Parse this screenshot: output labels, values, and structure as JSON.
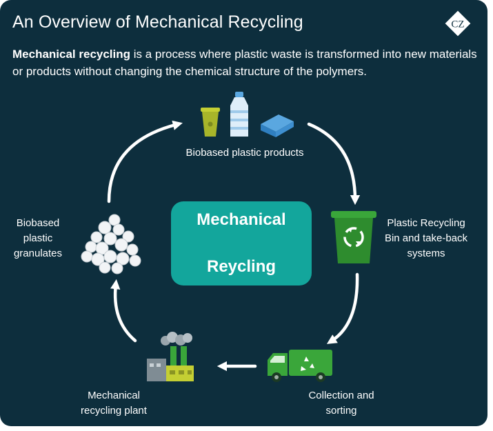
{
  "header": {
    "title": "An Overview of Mechanical Recycling",
    "logo_text": "CZ",
    "intro_bold": "Mechanical recycling",
    "intro_rest": " is a process where plastic waste is transformed into new materials or products without changing the chemical structure of the polymers."
  },
  "center": {
    "line1": "Mechanical",
    "line2": "Reycling"
  },
  "stages": {
    "products": "Biobased plastic products",
    "bin": "Plastic Recycling Bin and take-back systems",
    "collection": "Collection and sorting",
    "plant": "Mechanical recycling plant",
    "granules": "Biobased plastic granulates"
  },
  "colors": {
    "background": "#0d2e3d",
    "accent": "#13a69c",
    "green": "#3aa63a",
    "text": "#ffffff"
  },
  "icons": [
    "cup-icon",
    "bottle-icon",
    "container-icon",
    "recycling-bin-icon",
    "truck-icon",
    "factory-icon",
    "granules-icon",
    "cycle-arrow-icon"
  ]
}
